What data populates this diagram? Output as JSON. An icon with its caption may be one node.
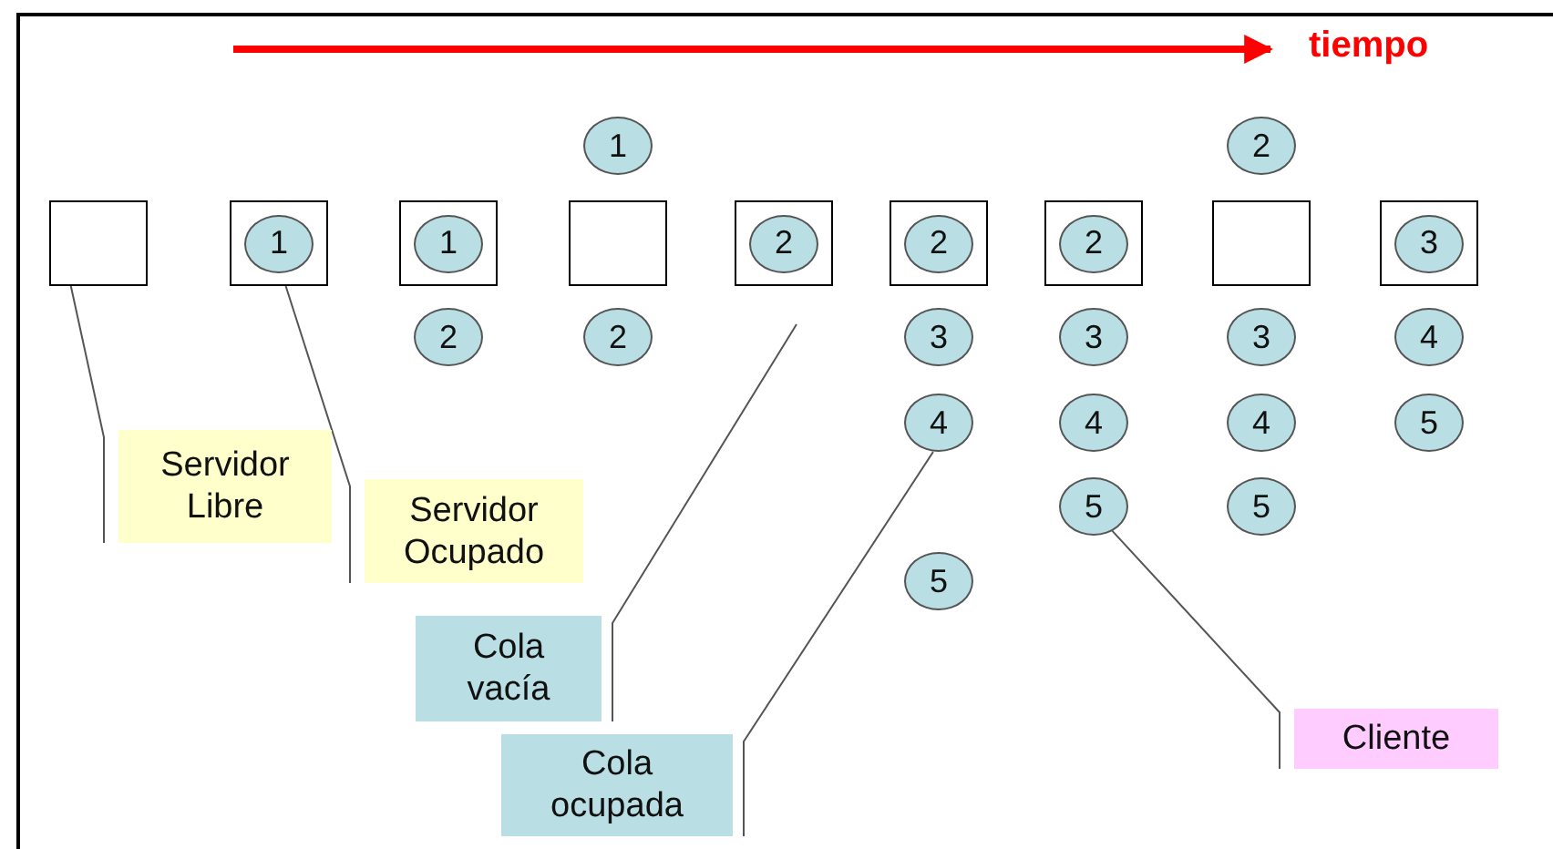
{
  "diagram": {
    "nodes": [
      {
        "text": [],
        "shape": "box"
      },
      {
        "text": [],
        "shape": "box"
      },
      {
        "text": [
          "1"
        ],
        "in": 1
      },
      {
        "text": [],
        "shape": "box"
      },
      {
        "text": [
          "1"
        ],
        "in": 3
      },
      {
        "text": [
          "2"
        ]
      },
      {
        "text": [
          "1"
        ]
      },
      {
        "text": [],
        "shape": "box"
      },
      {
        "text": [
          "2"
        ]
      },
      {
        "text": [],
        "shape": "box"
      },
      {
        "text": [
          "2"
        ],
        "in": 9
      },
      {
        "text": [],
        "shape": "box"
      },
      {
        "text": [
          "2"
        ],
        "in": 11
      },
      {
        "text": [
          "3"
        ]
      },
      {
        "text": [
          "4"
        ]
      },
      {
        "text": [
          "5"
        ]
      },
      {
        "text": [],
        "shape": "box"
      },
      {
        "text": [
          "2"
        ],
        "in": 16
      },
      {
        "text": [
          "3"
        ]
      },
      {
        "text": [
          "4"
        ]
      },
      {
        "text": [
          "5"
        ]
      },
      {
        "text": [
          "2"
        ]
      },
      {
        "text": [],
        "shape": "box"
      },
      {
        "text": [
          "3"
        ]
      },
      {
        "text": [
          "4"
        ]
      },
      {
        "text": [
          "5"
        ]
      },
      {
        "text": [],
        "shape": "box"
      },
      {
        "text": [
          "3"
        ],
        "in": 26
      },
      {
        "text": [
          "4"
        ]
      },
      {
        "text": [
          "5"
        ]
      },
      {
        "text": [
          "Servidor Libre"
        ]
      },
      {
        "text": [
          "Servidor Ocupado"
        ]
      },
      {
        "text": [
          "Cola vacía"
        ]
      },
      {
        "text": [
          "Cola ocupada"
        ]
      },
      {
        "text": [
          "Cliente"
        ]
      }
    ],
    "edges": [
      {
        "from": 30,
        "to": 0,
        "arrow": "none"
      },
      {
        "from": 31,
        "to": 1,
        "arrow": "none"
      },
      {
        "from": 32,
        "to": null,
        "arrow": "none"
      },
      {
        "from": 33,
        "to": 14,
        "arrow": "none"
      },
      {
        "from": 34,
        "to": 20,
        "arrow": "none"
      }
    ],
    "labels": [
      "tiempo"
    ]
  }
}
